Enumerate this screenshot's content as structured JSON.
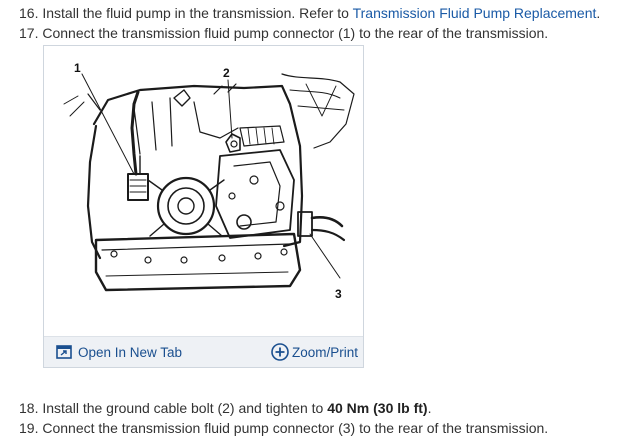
{
  "steps": [
    {
      "number": "16.",
      "text": "Install the fluid pump in the transmission. Refer to",
      "link": "Transmission Fluid Pump Replacement",
      "end": "."
    },
    {
      "number": "17.",
      "text": "Connect the transmission fluid pump connector (1) to the rear of the transmission."
    },
    {
      "number": "18.",
      "text": "Install the ground cable bolt (2) and tighten to",
      "bold": "40 Nm (30 lb ft)",
      "end": "."
    },
    {
      "number": "19.",
      "text": "Connect the transmission fluid pump connector (3) to the rear of the transmission."
    }
  ],
  "figure": {
    "callouts": [
      "1",
      "2",
      "3"
    ],
    "open_label": "Open In New Tab",
    "zoom_label": "Zoom/Print",
    "open_icon": "open-new-tab-icon",
    "zoom_icon": "circle-plus-icon"
  }
}
